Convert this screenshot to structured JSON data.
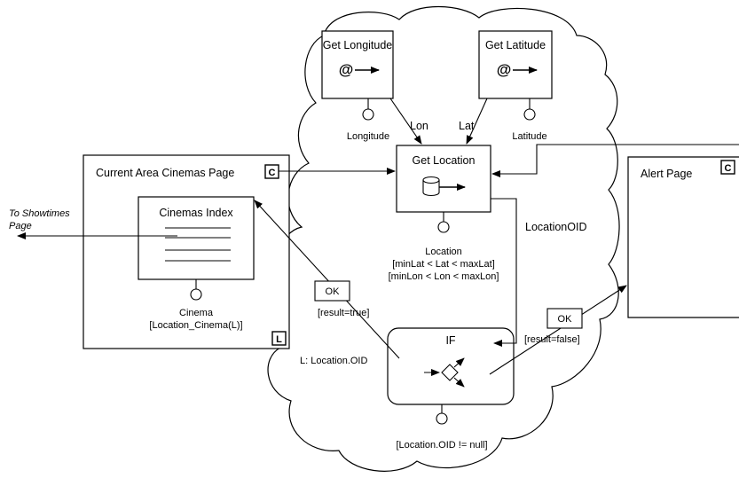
{
  "units": {
    "get_longitude": {
      "title": "Get Longitude",
      "param": "Longitude"
    },
    "get_latitude": {
      "title": "Get Latitude",
      "param": "Latitude"
    },
    "get_location": {
      "title": "Get Location",
      "param": "Location",
      "cond1": "[minLat < Lat < maxLat]",
      "cond2": "[minLon < Lon < maxLon]"
    },
    "cinemas_index": {
      "title": "Cinemas Index",
      "param": "Cinema",
      "cond": "[Location_Cinema(L)]"
    },
    "if_unit": {
      "title": "IF",
      "cond": "[Location.OID != null]"
    }
  },
  "pages": {
    "current_area": {
      "title": "Current Area Cinemas Page",
      "badge_c": "C",
      "badge_l": "L"
    },
    "alert": {
      "title": "Alert Page",
      "badge_c": "C"
    }
  },
  "links": {
    "lon": "Lon",
    "lat": "Lat",
    "location_oid": "LocationOID",
    "ok_true": "OK",
    "result_true": "[result=true]",
    "ok_false": "OK",
    "result_false": "[result=false]",
    "l_param": "L: Location.OID",
    "showtimes_line1": "To Showtimes",
    "showtimes_line2": "Page"
  }
}
